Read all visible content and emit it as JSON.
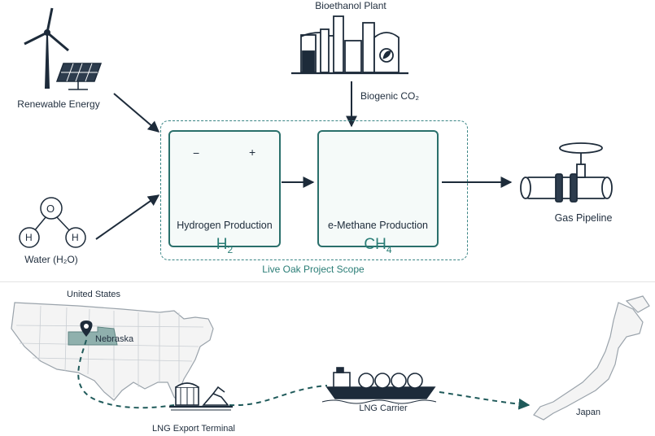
{
  "top": {
    "renewable_label": "Renewable Energy",
    "water_label": "Water (H₂O)",
    "water_atoms": {
      "o": "O",
      "h1": "H",
      "h2": "H"
    },
    "bioethanol_label": "Bioethanol Plant",
    "biogenic_label": "Biogenic CO₂",
    "hydrogen": {
      "title": "Hydrogen Production",
      "formula_main": "H",
      "formula_sub": "2",
      "minus": "−",
      "plus": "+"
    },
    "methane": {
      "title": "e-Methane Production",
      "formula_main": "CH",
      "formula_sub": "4"
    },
    "scope_label": "Live Oak Project Scope",
    "pipeline_label": "Gas Pipeline"
  },
  "bottom": {
    "us_label": "United States",
    "nebraska_label": "Nebraska",
    "terminal_label": "LNG Export Terminal",
    "carrier_label": "LNG Carrier",
    "japan_label": "Japan"
  },
  "colors": {
    "teal": "#2a6f6b",
    "navy": "#1d2b3a",
    "nebraska_fill": "#8fb0ad",
    "map_fill": "#f4f4f4"
  }
}
